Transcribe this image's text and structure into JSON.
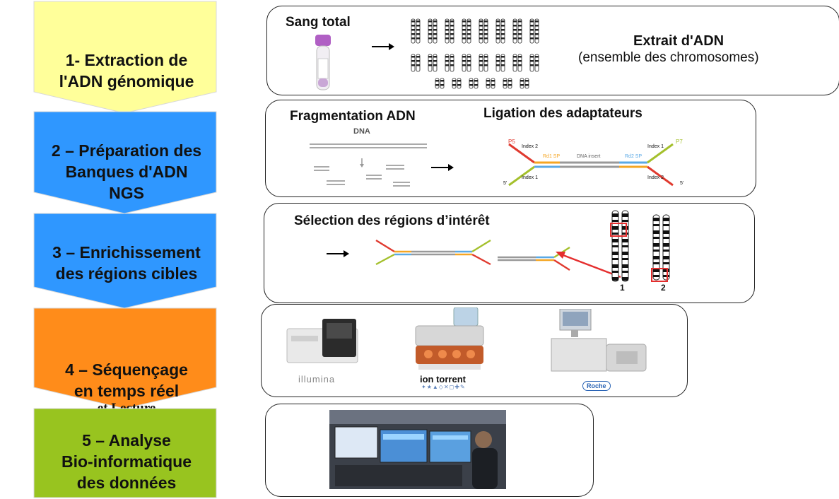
{
  "steps": [
    {
      "label": "1- Extraction de\nl'ADN génomique",
      "color": "#ffff9a",
      "extra": ""
    },
    {
      "label": "2 – Préparation des\nBanques d'ADN\nNGS",
      "color": "#2f97ff",
      "extra": ""
    },
    {
      "label": "3 – Enrichissement\ndes régions cibles",
      "color": "#2f97ff",
      "extra": ""
    },
    {
      "label": "4 – Séquençage\nen temps réel",
      "color": "#ff8c1a",
      "extra": "et Lecture"
    },
    {
      "label": "5 – Analyse\nBio-informatique\ndes données",
      "color": "#98c41f",
      "extra": ""
    }
  ],
  "panel1": {
    "sample_label": "Sang total",
    "result_title": "Extrait d'ADN",
    "result_sub": "(ensemble des chromosomes)"
  },
  "panel2": {
    "left_title": "Fragmentation ADN",
    "right_title": "Ligation des adaptateurs",
    "dna_label": "DNA",
    "p5": "P5",
    "p7": "P7",
    "index1": "Index 1",
    "index2": "Index 2",
    "rd1": "Rd1 SP",
    "rd2": "Rd2 SP",
    "insert": "DNA insert",
    "five_prime": "5'"
  },
  "panel3": {
    "title": "Sélection des régions d’intérêt",
    "chr1": "1",
    "chr2": "2"
  },
  "panel4": {
    "brand1": "illumina",
    "brand2": "ion torrent",
    "brand3": "Roche"
  },
  "colors": {
    "adapter_red": "#e03a2f",
    "adapter_green": "#a4c02c",
    "adapter_orange": "#f5a623",
    "adapter_blue": "#5aa9e6",
    "highlight_red": "#e52e2e"
  }
}
